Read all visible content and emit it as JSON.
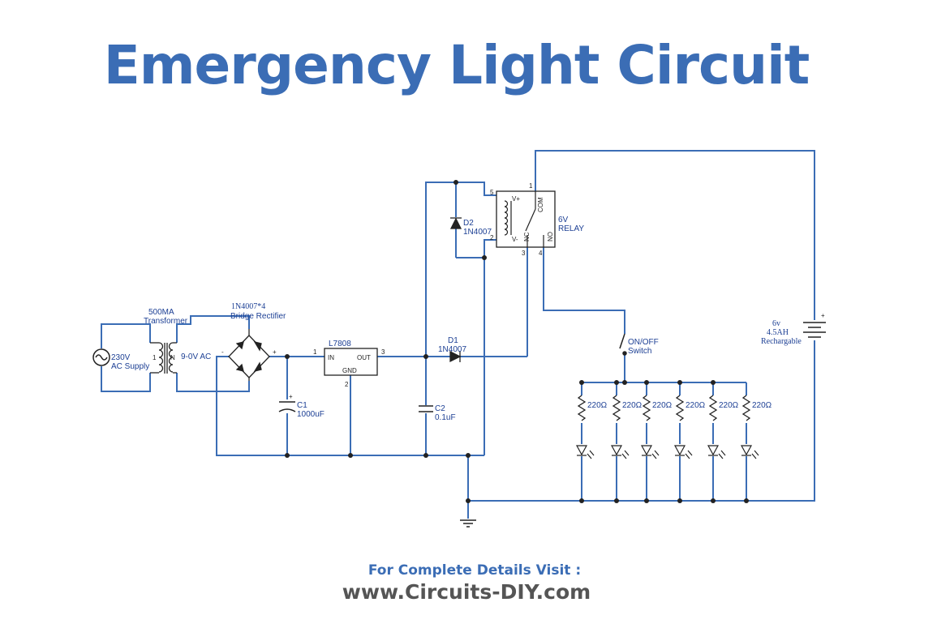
{
  "title": "Emergency Light Circuit",
  "colors": {
    "title": "#3b6db5",
    "wire": "#3b6db5",
    "component": "#222222",
    "label": "#1c3f94",
    "footer_url": "#555555"
  },
  "components": {
    "ac_source": {
      "voltage": "230V",
      "name": "AC Supply"
    },
    "transformer": {
      "rating": "500MA",
      "name": "Transformer",
      "output": "9-0V AC",
      "pin1": "1",
      "pinN": "N"
    },
    "rectifier": {
      "part": "1N4007*4",
      "name": "Bridge Rectifier",
      "plus": "+",
      "minus": "-"
    },
    "regulator": {
      "part": "L7808",
      "in": "IN",
      "out": "OUT",
      "gnd": "GND",
      "pin_in": "1",
      "pin_out": "3",
      "pin_gnd": "2"
    },
    "c1": {
      "ref": "C1",
      "value": "1000uF",
      "polarity": "+"
    },
    "c2": {
      "ref": "C2",
      "value": "0.1uF"
    },
    "d1": {
      "ref": "D1",
      "part": "1N4007"
    },
    "d2": {
      "ref": "D2",
      "part": "1N4007"
    },
    "relay": {
      "name": "6V",
      "type": "RELAY",
      "com": "COM",
      "nc": "NC",
      "no": "NO",
      "vplus": "V+",
      "vminus": "V-",
      "pin1": "1",
      "pin2": "2",
      "pin3": "3",
      "pin4": "4",
      "pin5": "5"
    },
    "switch": {
      "name": "ON/OFF",
      "label": "Switch"
    },
    "battery": {
      "voltage": "6v",
      "capacity": "4.5AH",
      "name": "Rechargable",
      "plus": "+"
    },
    "resistors": [
      "220Ω",
      "220Ω",
      "220Ω",
      "220Ω",
      "220Ω",
      "220Ω"
    ]
  },
  "footer": {
    "line1": "For Complete Details Visit :",
    "line2": "www.Circuits-DIY.com"
  }
}
